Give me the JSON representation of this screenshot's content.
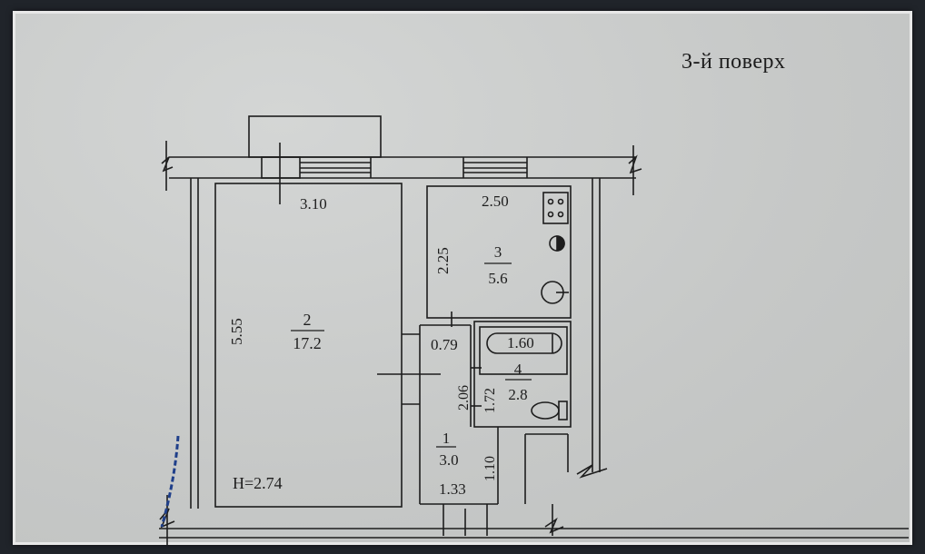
{
  "floor_title": "3-й  поверх",
  "ceiling_height": "H=2.74",
  "rooms": [
    {
      "number": "2",
      "area": "17.2"
    },
    {
      "number": "3",
      "area": "5.6"
    },
    {
      "number": "4",
      "area": "2.8"
    },
    {
      "number": "1",
      "area": "3.0"
    }
  ],
  "dimensions": {
    "room2_width": "3.10",
    "room2_length": "5.55",
    "room3_width": "2.50",
    "room3_length": "2.25",
    "bath_length": "1.60",
    "bath_width": "1.72",
    "corridor_width": "0.79",
    "corridor_length": "2.06",
    "hall_length": "1.10",
    "hall_width": "1.33"
  },
  "colors": {
    "paper": "#c9cbca",
    "ink": "#1d1d1d",
    "pen": "#1f3f8a"
  }
}
